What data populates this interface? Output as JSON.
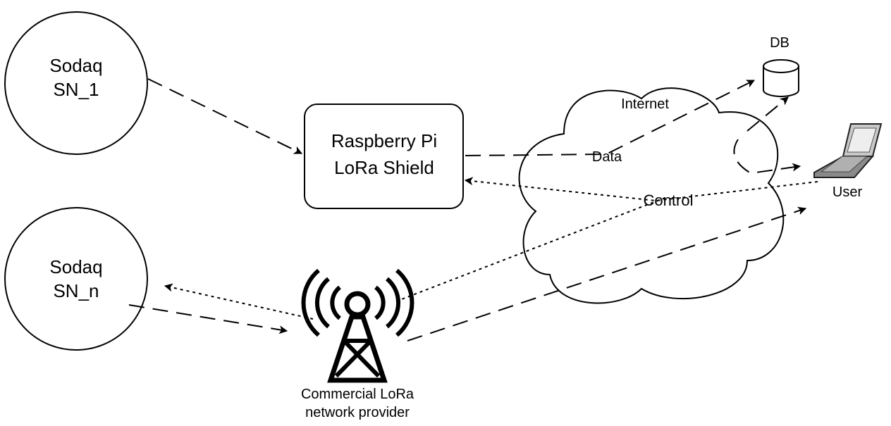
{
  "nodes": {
    "sn1": {
      "line1": "Sodaq",
      "line2": "SN_1"
    },
    "snn": {
      "line1": "Sodaq",
      "line2": "SN_n"
    },
    "rpi": {
      "line1": "Raspberry Pi",
      "line2": "LoRa Shield"
    },
    "db": {
      "label": "DB"
    },
    "user": {
      "label": "User"
    },
    "cloud": {
      "label": "Internet"
    },
    "tower": {
      "line1": "Commercial LoRa",
      "line2": "network provider"
    }
  },
  "edges": {
    "data_label": "Data",
    "control_label": "Control"
  }
}
